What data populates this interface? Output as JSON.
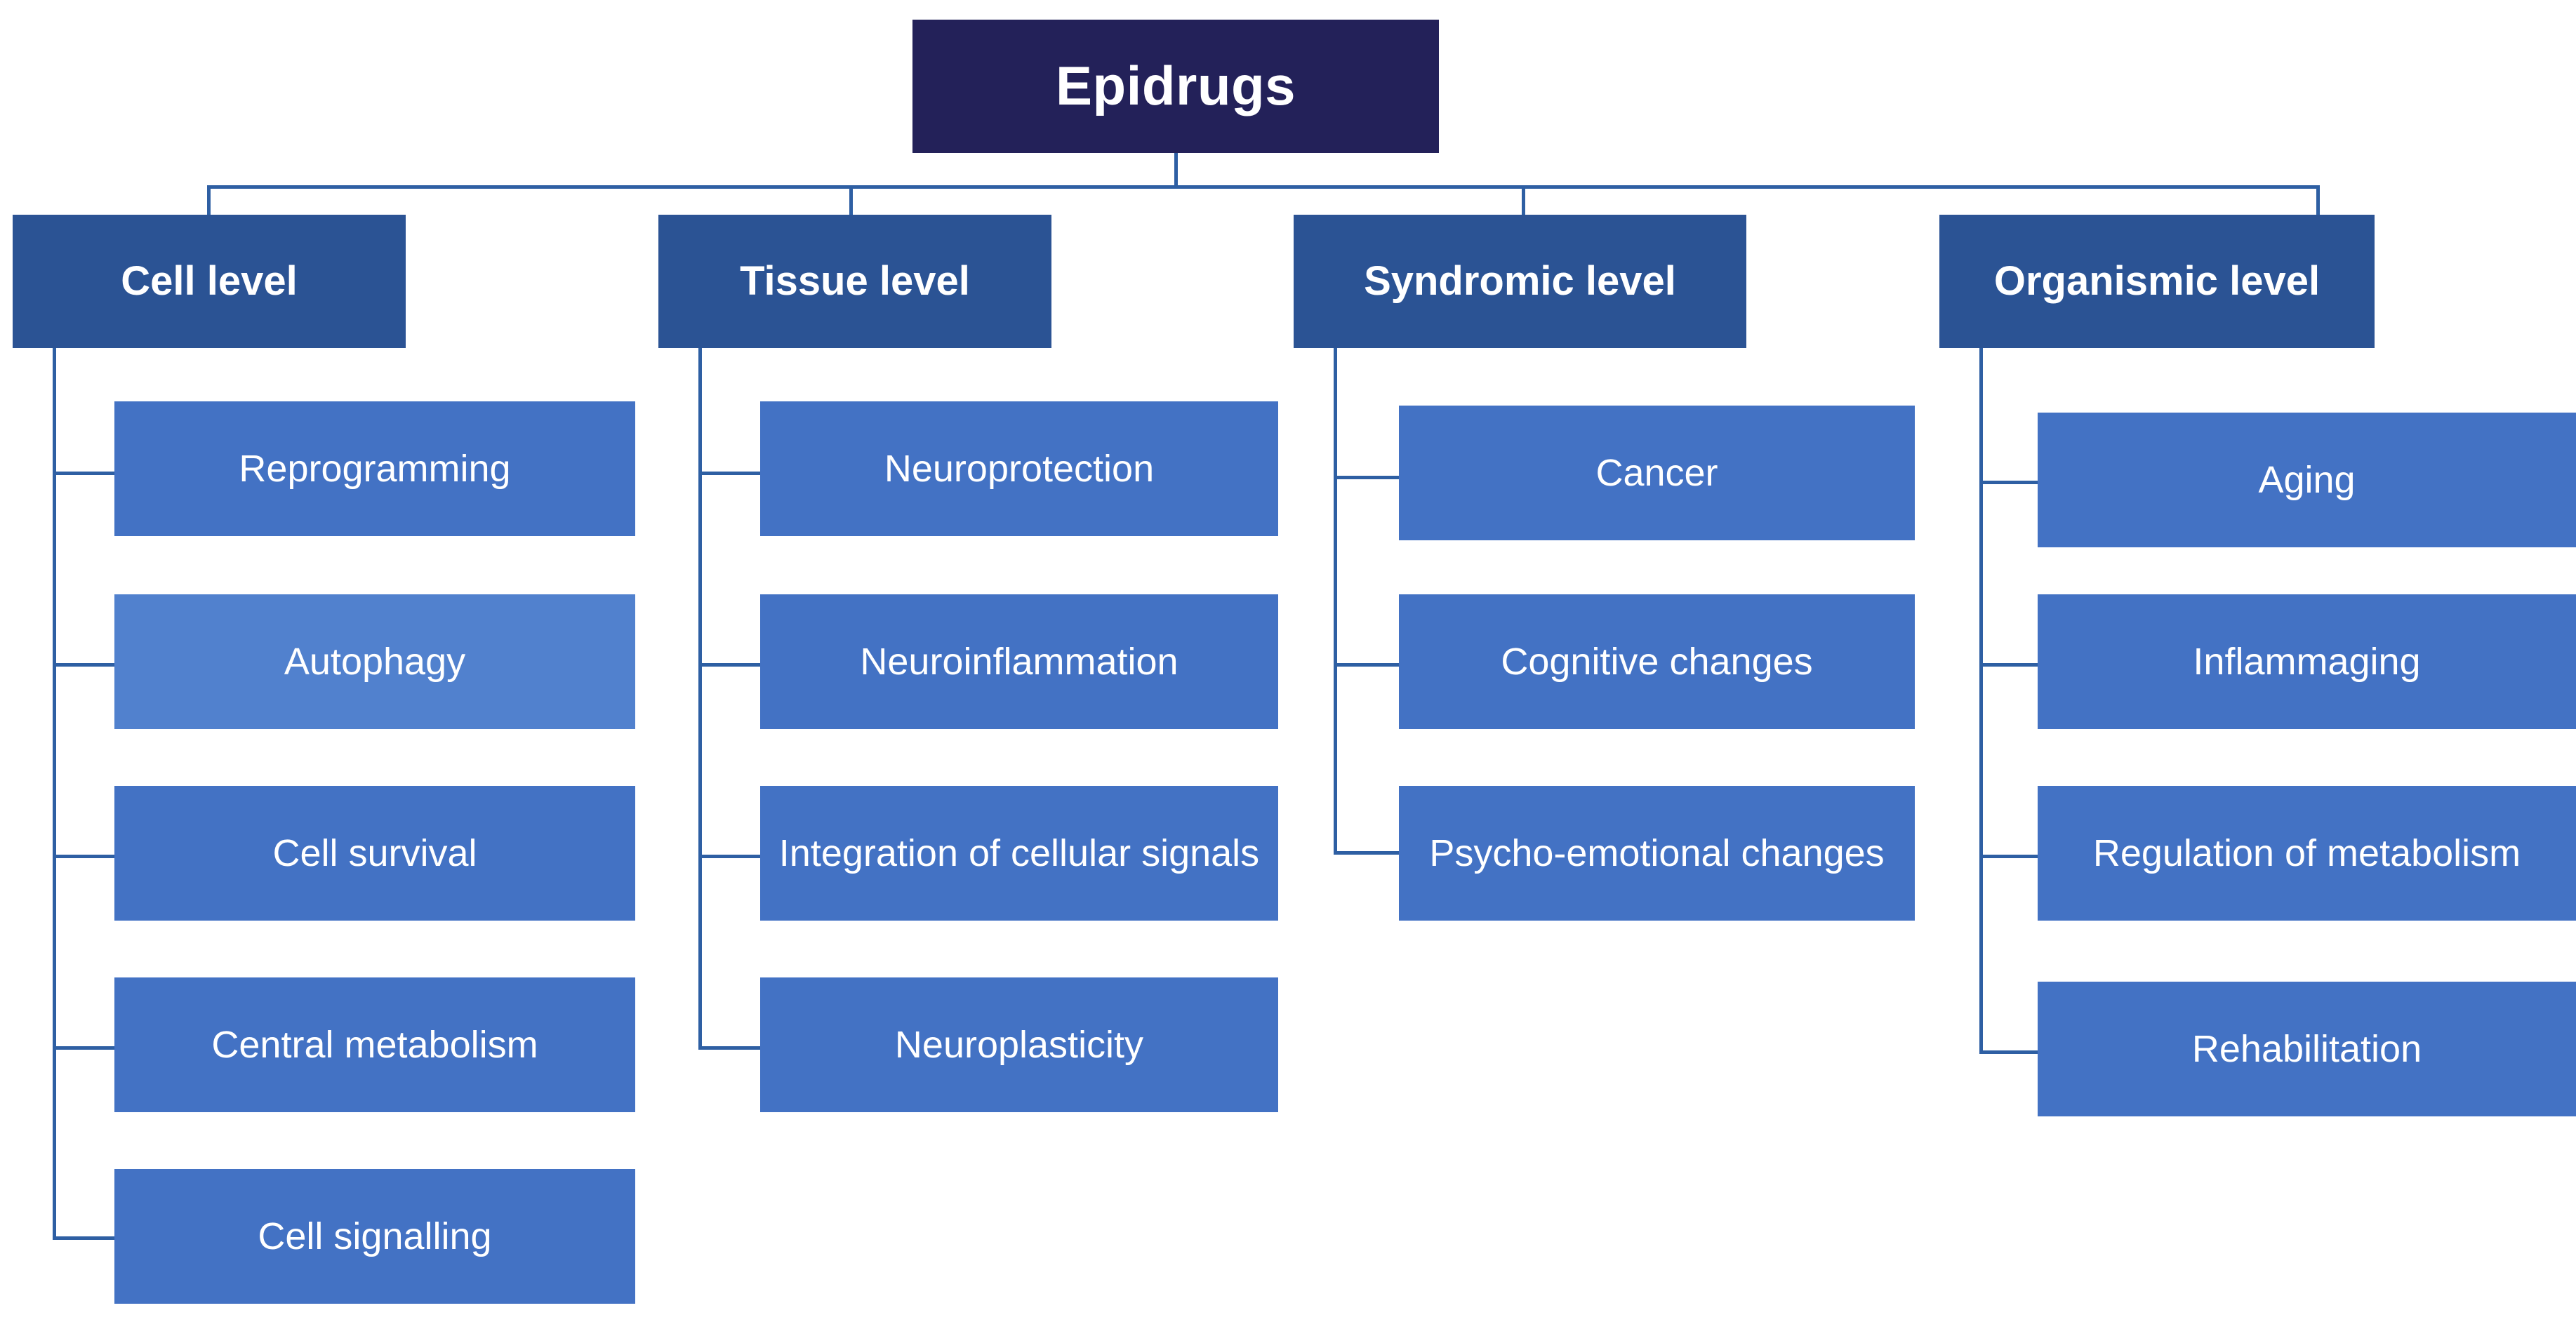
{
  "diagram": {
    "title": "Epidrugs",
    "colors": {
      "root_fill": "#232159",
      "level1_fill": "#2B5394",
      "leaf_fill": "#4372C4",
      "leaf_fill_light": "#5181CE",
      "connector": "#2E5FA3",
      "text": "#FFFFFF",
      "background": "#FFFFFF"
    },
    "root": {
      "label": "Epidrugs"
    },
    "branches": [
      {
        "label": "Cell level",
        "children": [
          {
            "label": "Reprogramming"
          },
          {
            "label": "Autophagy"
          },
          {
            "label": "Cell survival"
          },
          {
            "label": "Central metabolism"
          },
          {
            "label": "Cell signalling"
          }
        ]
      },
      {
        "label": "Tissue level",
        "children": [
          {
            "label": "Neuroprotection"
          },
          {
            "label": "Neuroinflammation"
          },
          {
            "label": "Integration of cellular signals"
          },
          {
            "label": "Neuroplasticity"
          }
        ]
      },
      {
        "label": "Syndromic level",
        "children": [
          {
            "label": "Cancer"
          },
          {
            "label": "Cognitive changes"
          },
          {
            "label": "Psycho-emotional changes"
          }
        ]
      },
      {
        "label": "Organismic level",
        "children": [
          {
            "label": "Aging"
          },
          {
            "label": "Inflammaging"
          },
          {
            "label": "Regulation of metabolism"
          },
          {
            "label": "Rehabilitation"
          }
        ]
      }
    ]
  }
}
